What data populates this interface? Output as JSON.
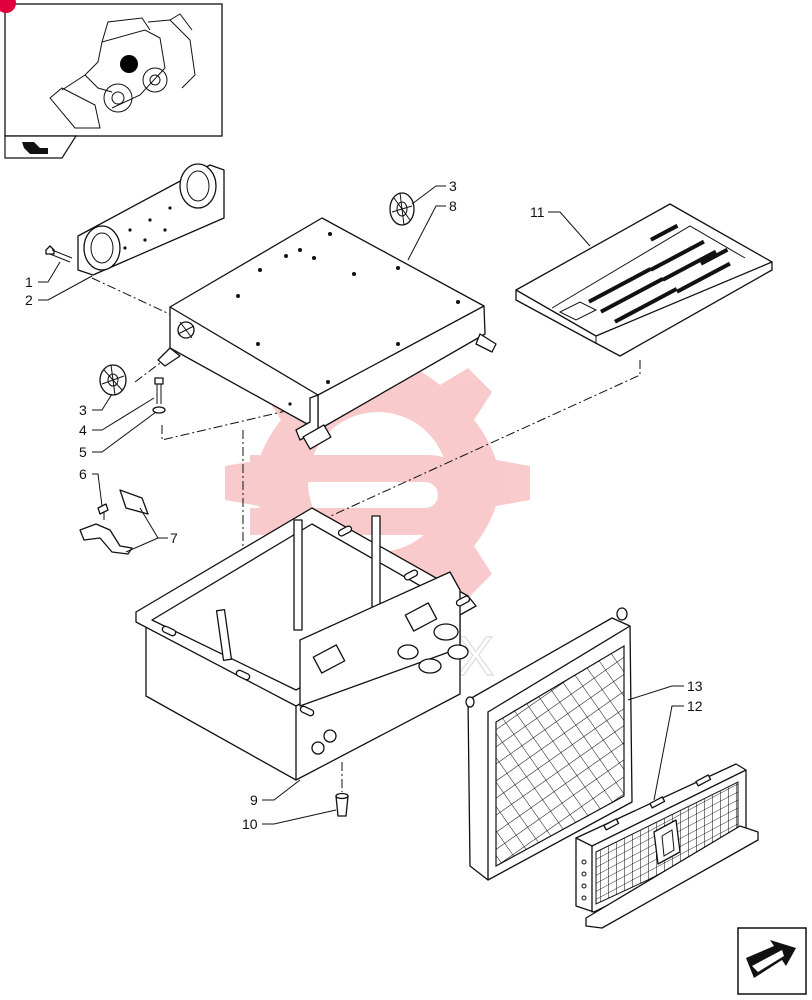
{
  "thumbnail": {
    "icon": "backhoe-loader-icon",
    "marker_color": "#000000"
  },
  "nav": {
    "prev_icon": "page-back-arrow-icon",
    "next_icon": "next-page-arrow-icon",
    "badge_color": "#e0003c"
  },
  "watermark": {
    "text": "IAHTEX",
    "color": "#f4a0a4"
  },
  "callouts": [
    {
      "id": "c1",
      "text": "1"
    },
    {
      "id": "c2",
      "text": "2"
    },
    {
      "id": "c3a",
      "text": "3"
    },
    {
      "id": "c8",
      "text": "8"
    },
    {
      "id": "c11",
      "text": "11"
    },
    {
      "id": "c3b",
      "text": "3"
    },
    {
      "id": "c4",
      "text": "4"
    },
    {
      "id": "c5",
      "text": "5"
    },
    {
      "id": "c6",
      "text": "6"
    },
    {
      "id": "c7",
      "text": "7"
    },
    {
      "id": "c13",
      "text": "13"
    },
    {
      "id": "c12",
      "text": "12"
    },
    {
      "id": "c9",
      "text": "9"
    },
    {
      "id": "c10",
      "text": "10"
    }
  ]
}
